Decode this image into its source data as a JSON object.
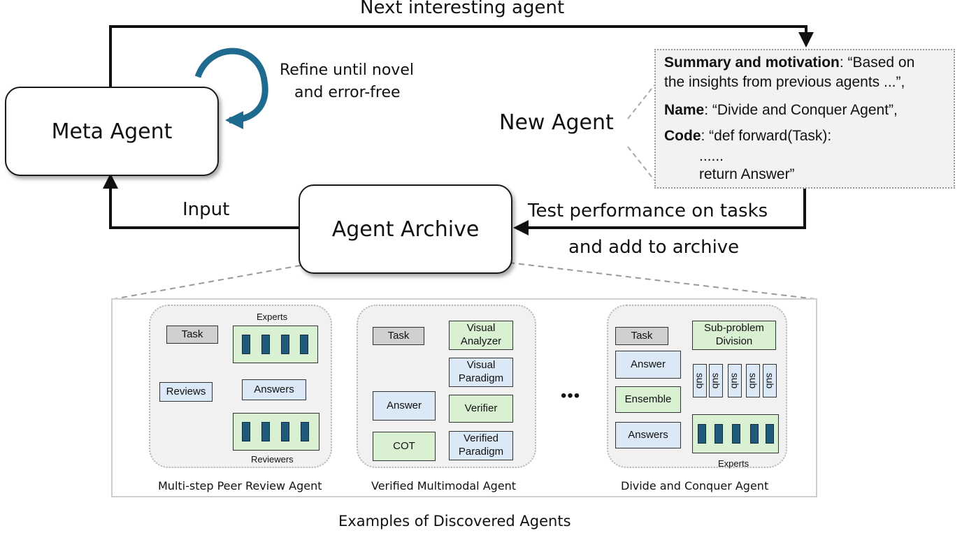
{
  "top_arrow_label": "Next interesting agent",
  "refine_label": [
    "Refine until novel",
    "and error-free"
  ],
  "meta_agent_label": "Meta Agent",
  "new_agent_label": "New Agent",
  "new_agent_card": {
    "summary_key": "Summary and motivation",
    "summary_value": ": “Based on",
    "summary_cont": "the insights from previous agents ...”,",
    "name_key": "Name",
    "name_value": ": “Divide and Conquer Agent”,",
    "code_key": "Code",
    "code_value": ": “def forward(Task):",
    "code_body": "......",
    "code_return": "return Answer”"
  },
  "input_label": "Input",
  "archive_label": "Agent Archive",
  "test_label": [
    "Test performance on tasks",
    "and add to archive"
  ],
  "examples_caption": "Examples of Discovered Agents",
  "ellipsis": "•••",
  "colors": {
    "arrow_cycle": "#1f6a8f",
    "block_dark": "#1f5a7a",
    "blue_box": "#dbe8f6",
    "green_box": "#d9f0d3",
    "gray_box": "#d0d0d0"
  },
  "panels": {
    "peer_review": {
      "caption": "Multi-step Peer Review Agent",
      "task": "Task",
      "experts": "Experts",
      "reviews": "Reviews",
      "answers": "Answers",
      "reviewers": "Reviewers"
    },
    "multimodal": {
      "caption": "Verified Multimodal Agent",
      "task": "Task",
      "visual_analyzer": "Visual Analyzer",
      "visual_paradigm": "Visual Paradigm",
      "verifier": "Verifier",
      "verified_paradigm": "Verified Paradigm",
      "cot": "COT",
      "answer": "Answer"
    },
    "divide_conquer": {
      "caption": "Divide and Conquer Agent",
      "task": "Task",
      "subproblem": "Sub-problem Division",
      "sub": "sub",
      "answer": "Answer",
      "ensemble": "Ensemble",
      "answers": "Answers",
      "experts": "Experts"
    }
  }
}
